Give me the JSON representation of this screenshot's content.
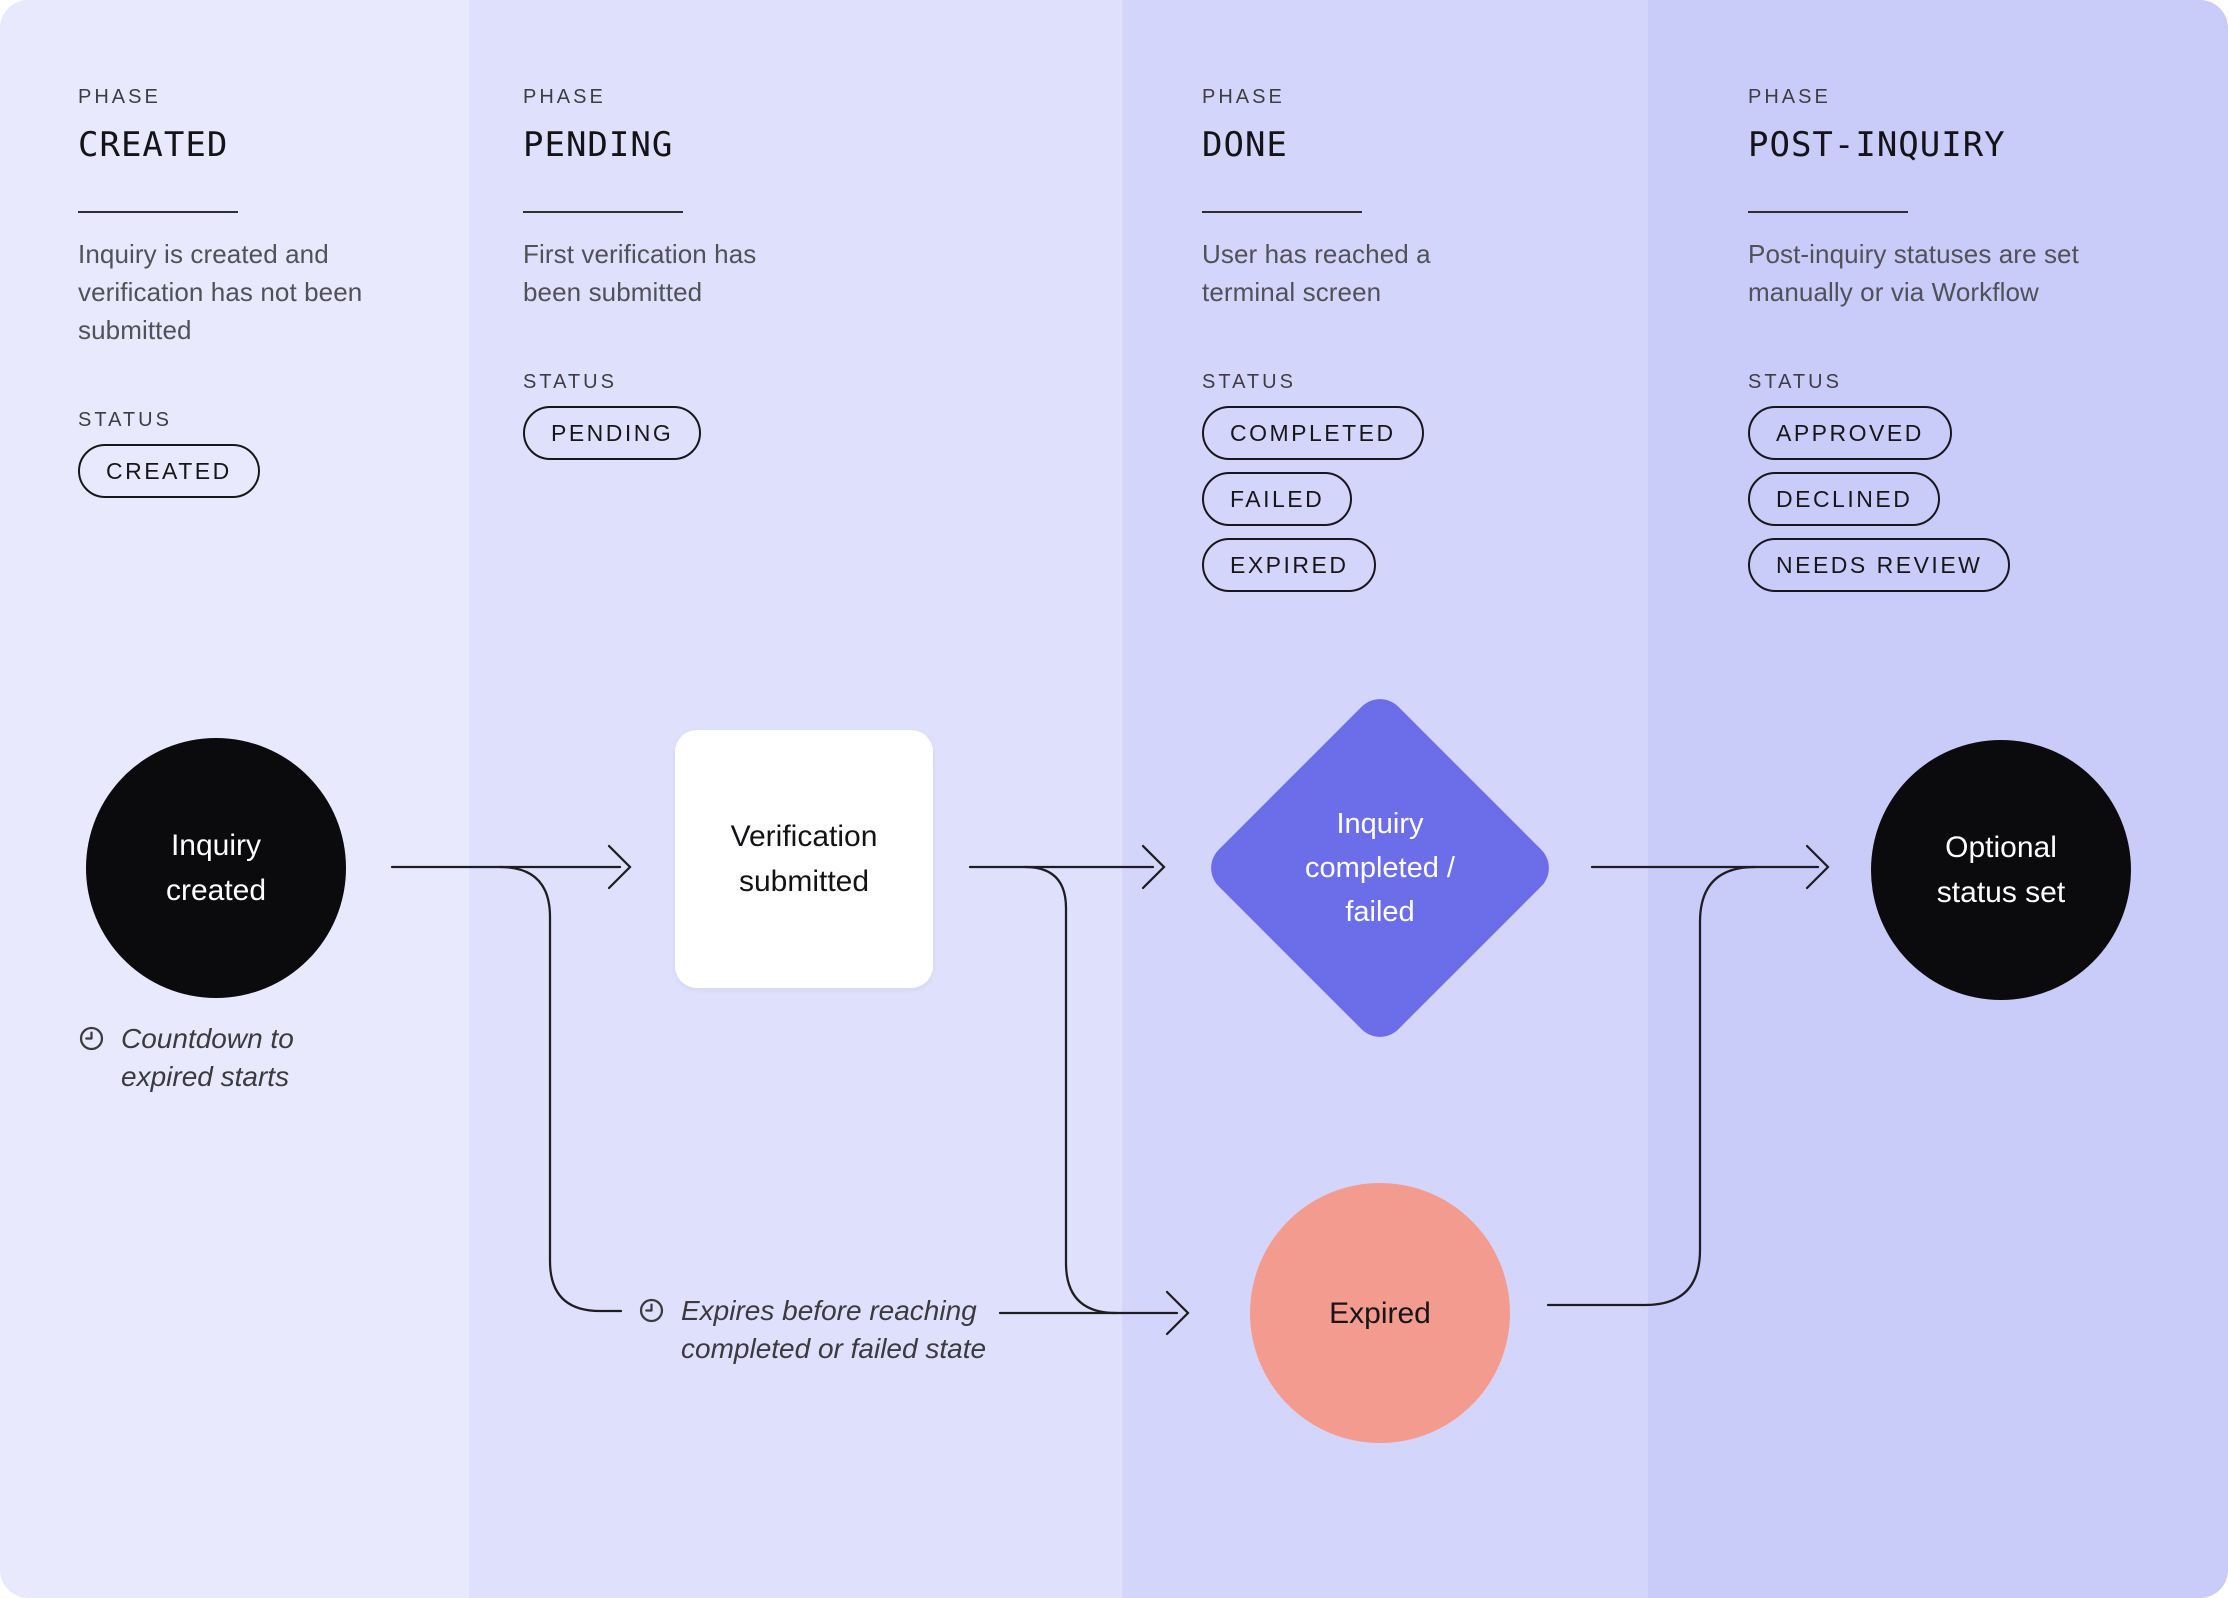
{
  "colors": {
    "line": "#1d1d22",
    "col1": "#e9e9fd",
    "col2": "#dfe0fc",
    "col3": "#d4d5fb",
    "col4": "#c9cbf9",
    "node_black": "#0b0b0d",
    "node_white": "#ffffff",
    "diamond": "#6c6de9",
    "expired": "#f49b90"
  },
  "columns": [
    {
      "label": "PHASE",
      "phase": "CREATED",
      "description": [
        "Inquiry is created and",
        "verification has not been",
        "submitted"
      ],
      "status_label": "STATUS",
      "badges": [
        "CREATED"
      ]
    },
    {
      "label": "PHASE",
      "phase": "PENDING",
      "description": [
        "First verification has",
        "been submitted"
      ],
      "status_label": "STATUS",
      "badges": [
        "PENDING"
      ]
    },
    {
      "label": "PHASE",
      "phase": "DONE",
      "description": [
        "User has reached a",
        "terminal screen"
      ],
      "status_label": "STATUS",
      "badges": [
        "COMPLETED",
        "FAILED",
        "EXPIRED"
      ]
    },
    {
      "label": "PHASE",
      "phase": "POST-INQUIRY",
      "description": [
        "Post-inquiry statuses are set",
        "manually or via Workflow"
      ],
      "status_label": "STATUS",
      "badges": [
        "APPROVED",
        "DECLINED",
        "NEEDS REVIEW"
      ]
    }
  ],
  "nodes": {
    "inquiry_created": {
      "lines": [
        "Inquiry",
        "created"
      ]
    },
    "verification_submitted": {
      "lines": [
        "Verification",
        "submitted"
      ]
    },
    "inquiry_completed": {
      "lines": [
        "Inquiry",
        "completed /",
        "failed"
      ]
    },
    "expired": {
      "lines": [
        "Expired"
      ]
    },
    "optional_status": {
      "lines": [
        "Optional",
        "status set"
      ]
    }
  },
  "annotations": {
    "countdown": {
      "lines": [
        "Countdown to",
        "expired starts"
      ]
    },
    "expires": {
      "lines": [
        "Expires before reaching",
        "completed or failed state"
      ]
    }
  }
}
